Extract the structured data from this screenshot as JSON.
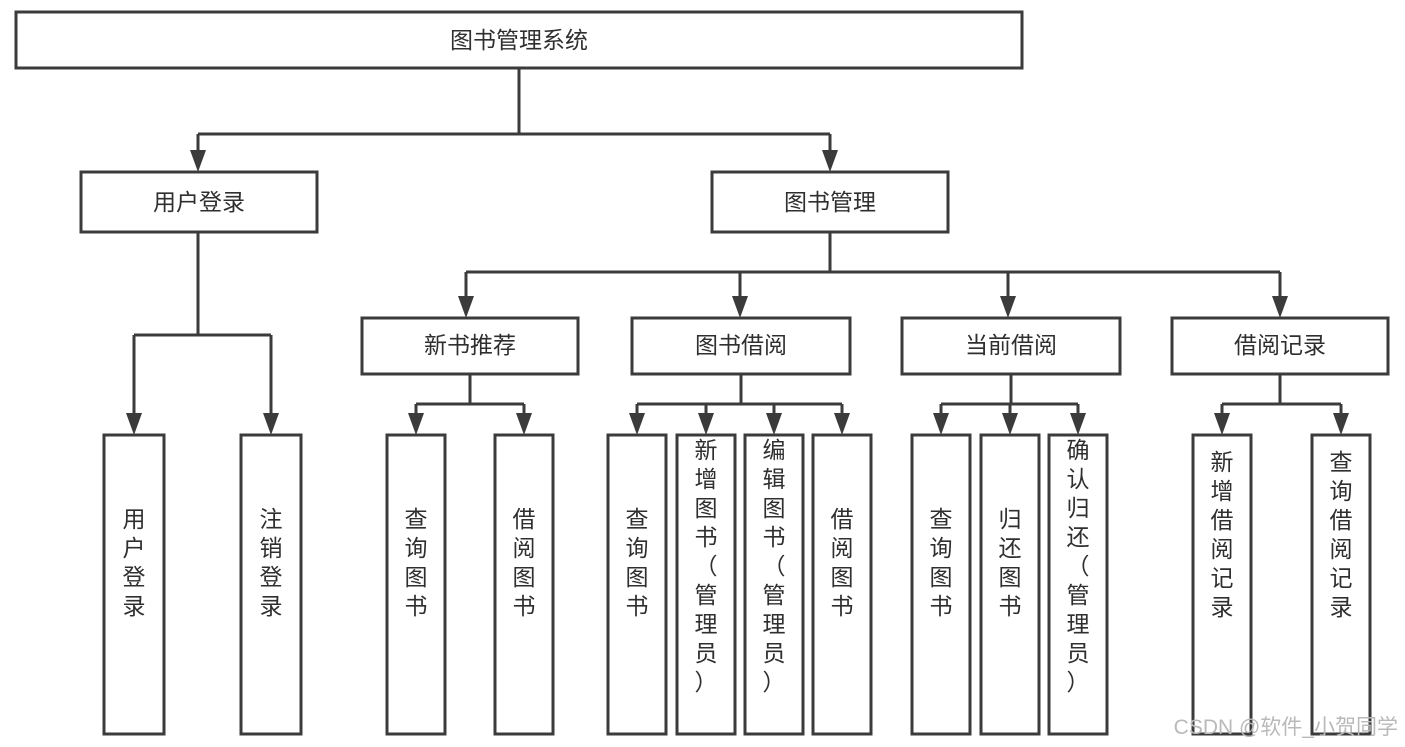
{
  "diagram": {
    "title": "图书管理系统",
    "type": "tree-hierarchy",
    "root": {
      "label": "图书管理系统"
    },
    "level2": [
      {
        "label": "用户登录"
      },
      {
        "label": "图书管理"
      }
    ],
    "level3": [
      {
        "label": "新书推荐"
      },
      {
        "label": "图书借阅"
      },
      {
        "label": "当前借阅"
      },
      {
        "label": "借阅记录"
      }
    ],
    "leaves": {
      "user_login": [
        {
          "label": "用户登录"
        },
        {
          "label": "注销登录"
        }
      ],
      "new_book_recommend": [
        {
          "label": "查询图书"
        },
        {
          "label": "借阅图书"
        }
      ],
      "book_borrow": [
        {
          "label": "查询图书"
        },
        {
          "label": "新增图书（管理员）"
        },
        {
          "label": "编辑图书（管理员）"
        },
        {
          "label": "借阅图书"
        }
      ],
      "current_borrow": [
        {
          "label": "查询图书"
        },
        {
          "label": "归还图书"
        },
        {
          "label": "确认归还（管理员）"
        }
      ],
      "borrow_records": [
        {
          "label": "新增借阅记录"
        },
        {
          "label": "查询借阅记录"
        }
      ]
    }
  },
  "watermark": {
    "text": "CSDN @软件_小贺同学"
  },
  "colors": {
    "stroke": "#3b3b3b",
    "fill": "#ffffff",
    "text": "#2f2f2f",
    "watermark": "#b9b9b9"
  }
}
